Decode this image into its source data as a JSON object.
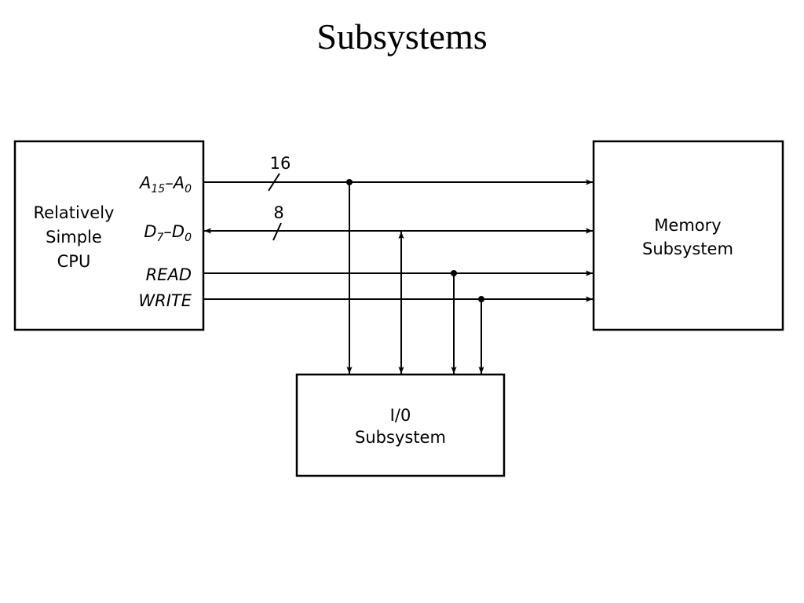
{
  "title": "Subsystems",
  "diagram": {
    "cpu": {
      "line1": "Relatively",
      "line2": "Simple",
      "line3": "CPU"
    },
    "memory": {
      "line1": "Memory",
      "line2": "Subsystem"
    },
    "io": {
      "line1": "I/0",
      "line2": "Subsystem"
    },
    "signals": {
      "address": {
        "a": "A",
        "a_sub": "15",
        "dash": "–",
        "b": "A",
        "b_sub": "0",
        "width": "16"
      },
      "data": {
        "a": "D",
        "a_sub": "7",
        "dash": "–",
        "b": "D",
        "b_sub": "0",
        "width": "8"
      },
      "read": "READ",
      "write": "WRITE"
    }
  }
}
